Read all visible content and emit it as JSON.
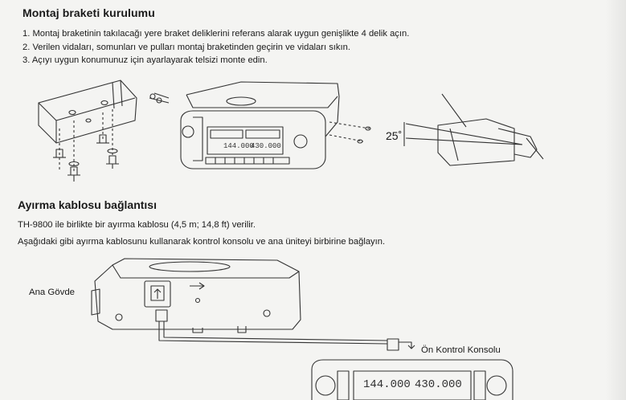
{
  "section1": {
    "title": "Montaj braketi kurulumu",
    "steps": [
      "1. Montaj braketinin takılacağı yere braket deliklerini referans alarak uygun genişlikte 4 delik açın.",
      "2. Verilen vidaları, somunları ve pulları montaj braketinden geçirin ve vidaları sıkın.",
      "3. Açıyı uygun konumunuz için ayarlayarak telsizi monte edin."
    ],
    "angle_label": "25˚"
  },
  "section2": {
    "title": "Ayırma kablosu bağlantısı",
    "paragraph1": "TH-9800 ile birlikte bir ayırma kablosu (4,5 m; 14,8 ft) verilir.",
    "paragraph2": "Aşağıdaki gibi ayırma kablosunu kullanarak kontrol konsolu ve ana üniteyi birbirine bağlayın.",
    "label_main_body": "Ana Gövde",
    "label_control_console": "Ön Kontrol Konsolu"
  },
  "display": {
    "readout_left": "144.000",
    "readout_right": "430.000"
  },
  "colors": {
    "paper": "#f4f4f2",
    "ink": "#1a1a1a",
    "line_art": "#333333"
  },
  "icons": [
    "mounting-bracket-icon",
    "screw-icon",
    "radio-unit-icon",
    "angle-gauge-icon",
    "cable-connector-icon"
  ]
}
